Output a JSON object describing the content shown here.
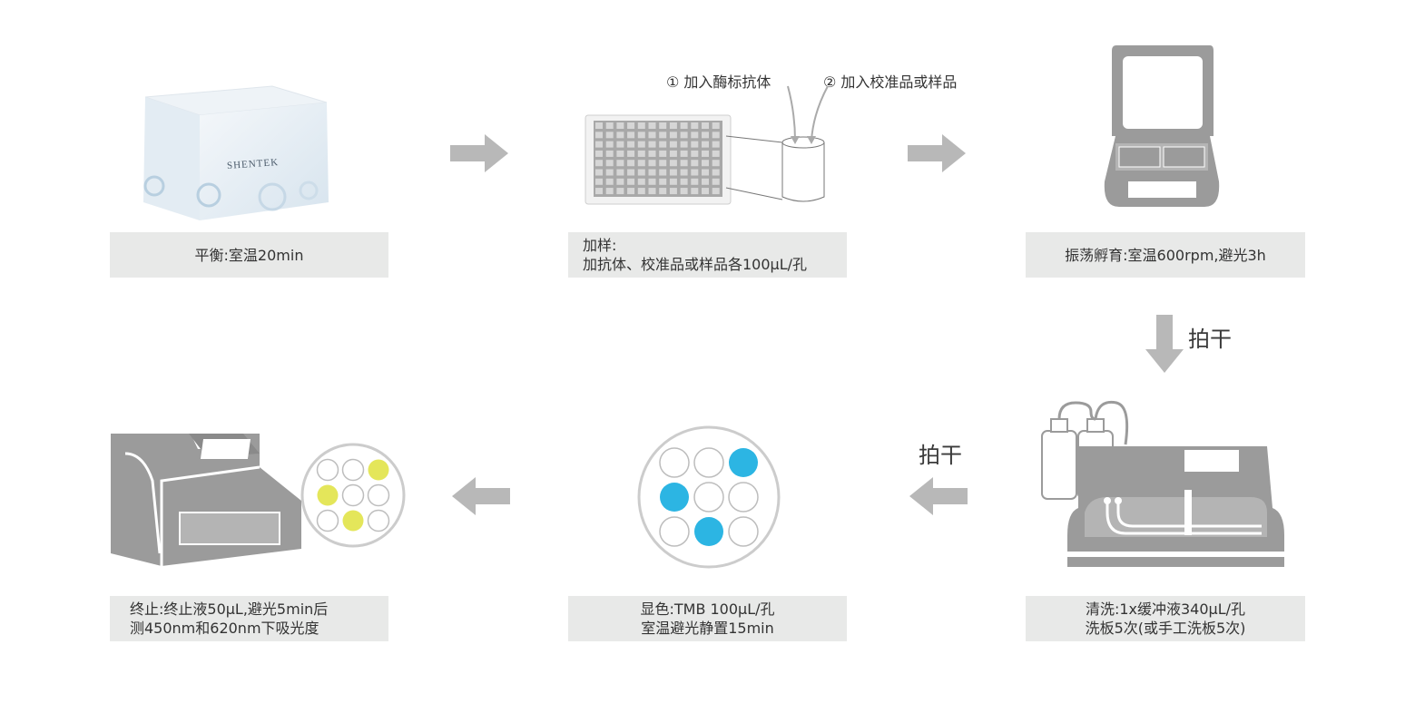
{
  "steps": {
    "equilibrate": {
      "line1": "平衡:室温20min"
    },
    "add_sample": {
      "line1": "加样:",
      "line2": "加抗体、校准品或样品各100μL/孔",
      "label_antibody": "① 加入酶标抗体",
      "label_sample": "② 加入校准品或样品"
    },
    "incubate": {
      "line1": "振荡孵育:室温600rpm,避光3h"
    },
    "wash": {
      "line1": "清洗:1x缓冲液340μL/孔",
      "line2": "洗板5次(或手工洗板5次)"
    },
    "develop": {
      "line1": "显色:TMB 100μL/孔",
      "line2": "室温避光静置15min"
    },
    "stop": {
      "line1": "终止:终止液50μL,避光5min后",
      "line2": "测450nm和620nm下吸光度"
    }
  },
  "arrows": {
    "pat_dry_1": "拍干",
    "pat_dry_2": "拍干"
  },
  "kit_box": {
    "brand": "SHENTEK"
  },
  "colors": {
    "gray_device": "#9b9b9b",
    "arrow_gray": "#b8b8b8",
    "caption_bg": "#e8e9e8",
    "tmb_blue": "#2cb5e3",
    "stop_yellow": "#e4e65a"
  },
  "well_grid_develop": [
    "empty",
    "empty",
    "blue",
    "blue",
    "empty",
    "empty",
    "empty",
    "blue",
    "empty"
  ],
  "well_grid_stop": [
    "empty",
    "empty",
    "yellow",
    "yellow",
    "empty",
    "empty",
    "empty",
    "yellow",
    "empty"
  ]
}
